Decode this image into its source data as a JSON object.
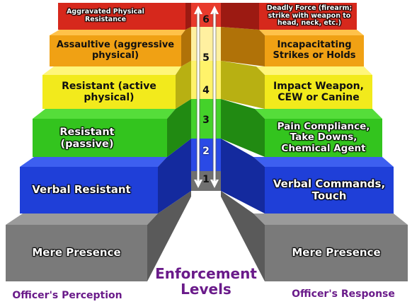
{
  "colors": {
    "level1": "#7a7a7a",
    "level2": "#1f3fd8",
    "level3": "#33c41e",
    "level4": "#f2ea1c",
    "level5": "#f0a114",
    "level6": "#d6281c",
    "caption": "#6a1b8a"
  },
  "title": "Enforcement Levels",
  "left_caption": "Officer's Perception",
  "right_caption": "Officer's Response",
  "levels": [
    {
      "number": "1",
      "perception": "Mere Presence",
      "response": "Mere Presence"
    },
    {
      "number": "2",
      "perception": "Verbal Resistant",
      "response": "Verbal Commands, Touch"
    },
    {
      "number": "3",
      "perception": "Resistant (passive)",
      "response": "Pain Compliance, Take Downs, Chemical Agent"
    },
    {
      "number": "4",
      "perception": "Resistant (active physical)",
      "response": "Impact Weapon, CEW or Canine"
    },
    {
      "number": "5",
      "perception": "Assaultive (aggressive physical)",
      "response": "Incapacitating Strikes or Holds"
    },
    {
      "number": "6",
      "perception": "Aggravated Physical Resistance",
      "response": "Deadly Force (firearm; strike with weapon to head, neck, etc.)"
    }
  ]
}
